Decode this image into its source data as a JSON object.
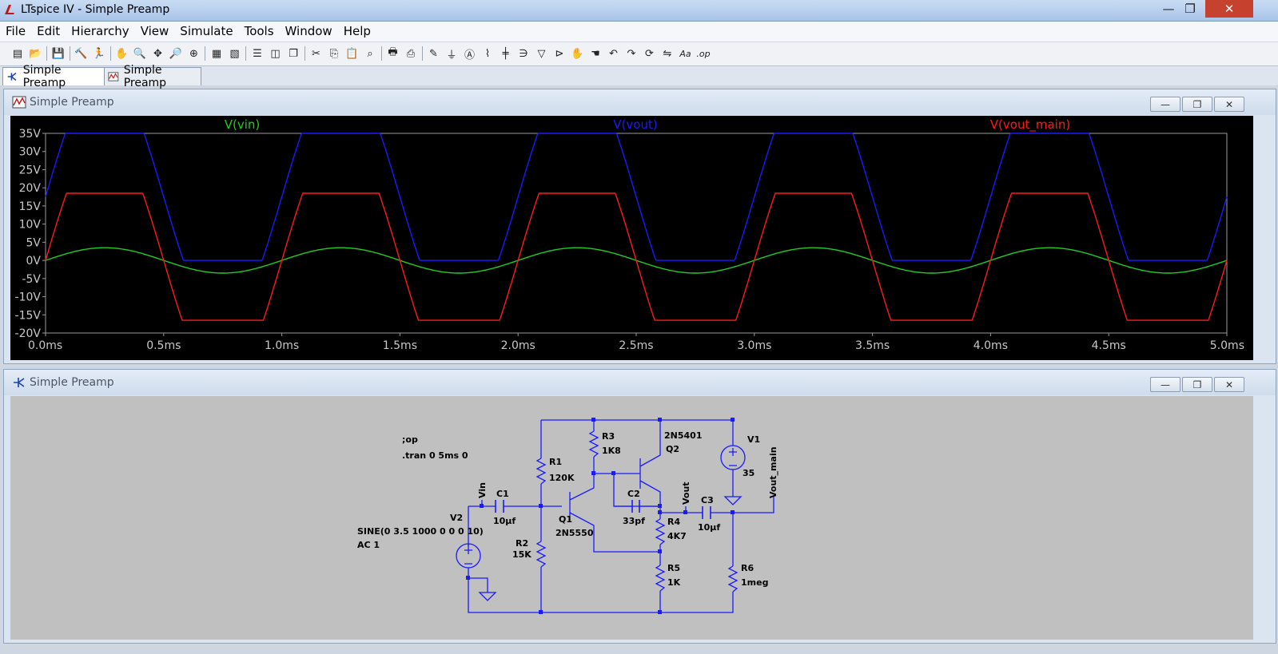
{
  "app": {
    "title": "LTspice IV - Simple Preamp"
  },
  "menu": [
    "File",
    "Edit",
    "Hierarchy",
    "View",
    "Simulate",
    "Tools",
    "Window",
    "Help"
  ],
  "toolbar": {
    "icons": [
      "new-schematic",
      "open",
      "save",
      "control-panel",
      "run",
      "halt",
      "zoom-in",
      "pan",
      "zoom-out",
      "zoom-fit",
      "autorange",
      "waveform-delete",
      "tile-horizontal",
      "tile-vertical",
      "cascade",
      "cut",
      "copy",
      "paste",
      "find",
      "print-setup",
      "print",
      "draw-wire",
      "ground",
      "label-net",
      "resistor",
      "capacitor",
      "inductor",
      "diode",
      "component",
      "move",
      "drag",
      "undo",
      "redo",
      "rotate",
      "mirror",
      "text",
      "spice-directive"
    ],
    "spice_directive_label": ".op",
    "text_label": "Aa"
  },
  "tabs": [
    {
      "label": "Simple Preamp",
      "icon": "schematic-icon",
      "active": true
    },
    {
      "label": "Simple Preamp",
      "icon": "waveform-icon",
      "active": false
    }
  ],
  "plot_window": {
    "title": "Simple Preamp",
    "traces": [
      {
        "name": "V(vin)",
        "color": "#22cc22"
      },
      {
        "name": "V(vout)",
        "color": "#1a1aff"
      },
      {
        "name": "V(vout_main)",
        "color": "#ff1a1a"
      }
    ]
  },
  "chart_data": {
    "type": "line",
    "x_ticks": [
      "0.0ms",
      "0.5ms",
      "1.0ms",
      "1.5ms",
      "2.0ms",
      "2.5ms",
      "3.0ms",
      "3.5ms",
      "4.0ms",
      "4.5ms",
      "5.0ms"
    ],
    "y_ticks": [
      "35V",
      "30V",
      "25V",
      "20V",
      "15V",
      "10V",
      "5V",
      "0V",
      "-5V",
      "-10V",
      "-15V",
      "-20V"
    ],
    "xlim": [
      0,
      5
    ],
    "ylim": [
      -20,
      35
    ],
    "grid": false,
    "series": [
      {
        "name": "V(vin)",
        "color": "#22cc22",
        "offset": 0,
        "amplitude": 3.5,
        "freq_khz": 1,
        "clip_high": null,
        "clip_low": null
      },
      {
        "name": "V(vout)",
        "color": "#1a1aff",
        "offset": 17.5,
        "amplitude": 35,
        "freq_khz": 1,
        "clip_high": 35,
        "clip_low": 0
      },
      {
        "name": "V(vout_main)",
        "color": "#ff1a1a",
        "offset": 0,
        "amplitude": 35,
        "freq_khz": 1,
        "clip_high": 18.5,
        "clip_low": -16.5
      }
    ]
  },
  "schematic_window": {
    "title": "Simple Preamp",
    "directives": [
      ";op",
      ".tran 0 5ms 0"
    ],
    "source_v2": {
      "name": "V2",
      "value": "SINE(0 3.5 1000 0 0 0 10)",
      "ac": "AC 1"
    },
    "source_v1": {
      "name": "V1",
      "value": "35"
    },
    "nets": [
      "Vin",
      "Vout",
      "Vout_main"
    ],
    "components": [
      {
        "ref": "R1",
        "value": "120K"
      },
      {
        "ref": "R2",
        "value": "15K"
      },
      {
        "ref": "R3",
        "value": "1K8"
      },
      {
        "ref": "R4",
        "value": "4K7"
      },
      {
        "ref": "R5",
        "value": "1K"
      },
      {
        "ref": "R6",
        "value": "1meg"
      },
      {
        "ref": "C1",
        "value": "10µf"
      },
      {
        "ref": "C2",
        "value": "33pf"
      },
      {
        "ref": "C3",
        "value": "10µf"
      },
      {
        "ref": "Q1",
        "value": "2N5550"
      },
      {
        "ref": "Q2",
        "value": "2N5401"
      }
    ]
  },
  "window_buttons": {
    "minimize": "—",
    "maximize": "❐",
    "close": "✕"
  }
}
